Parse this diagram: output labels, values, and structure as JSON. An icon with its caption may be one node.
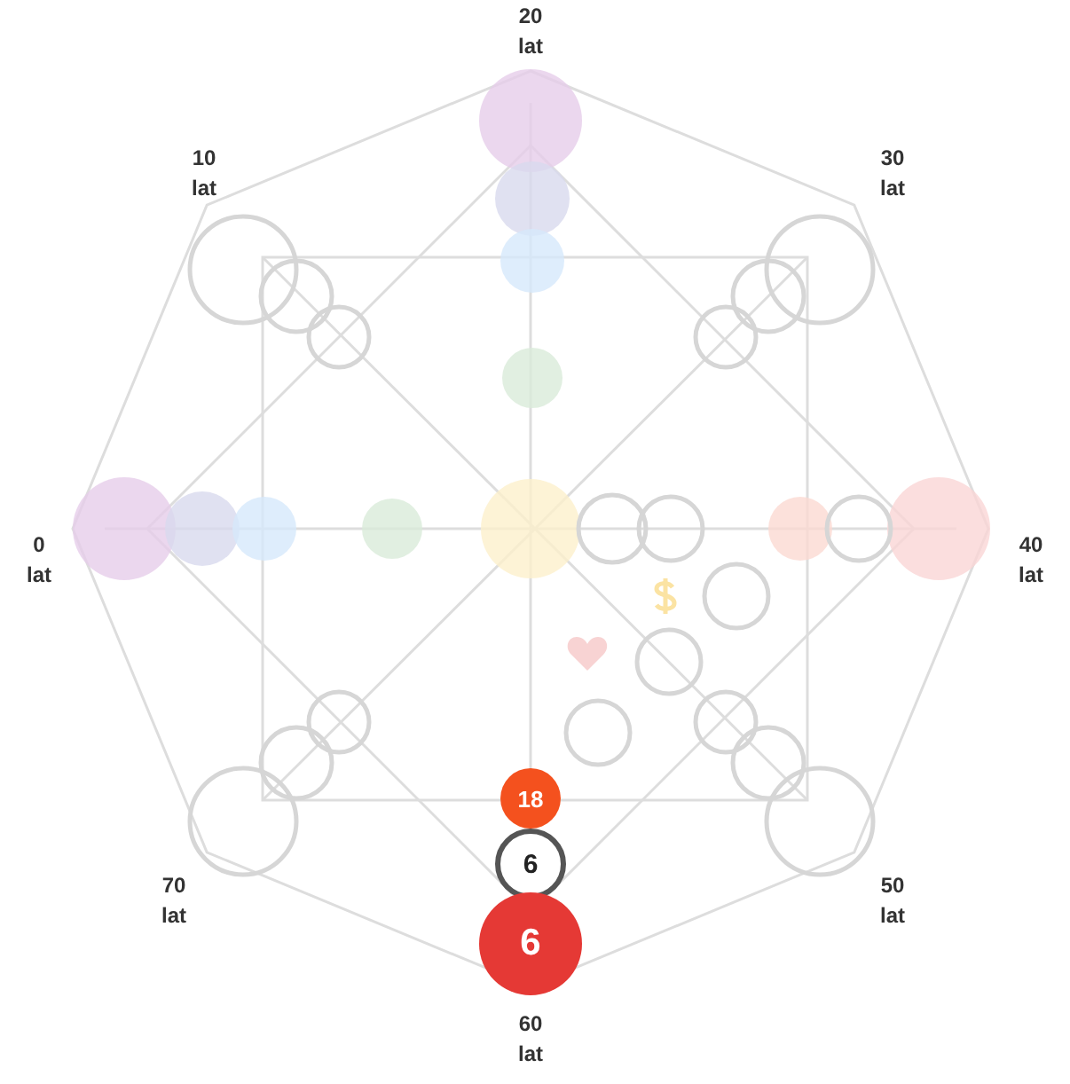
{
  "diagram": {
    "nodes": [
      {
        "text": [
          "18"
        ]
      },
      {
        "text": [
          "6"
        ]
      },
      {
        "text": [
          "6"
        ]
      }
    ],
    "labels": [
      "20 lat",
      "10 lat",
      "30 lat",
      "0 lat",
      "40 lat",
      "70 lat",
      "50 lat",
      "60 lat"
    ]
  }
}
